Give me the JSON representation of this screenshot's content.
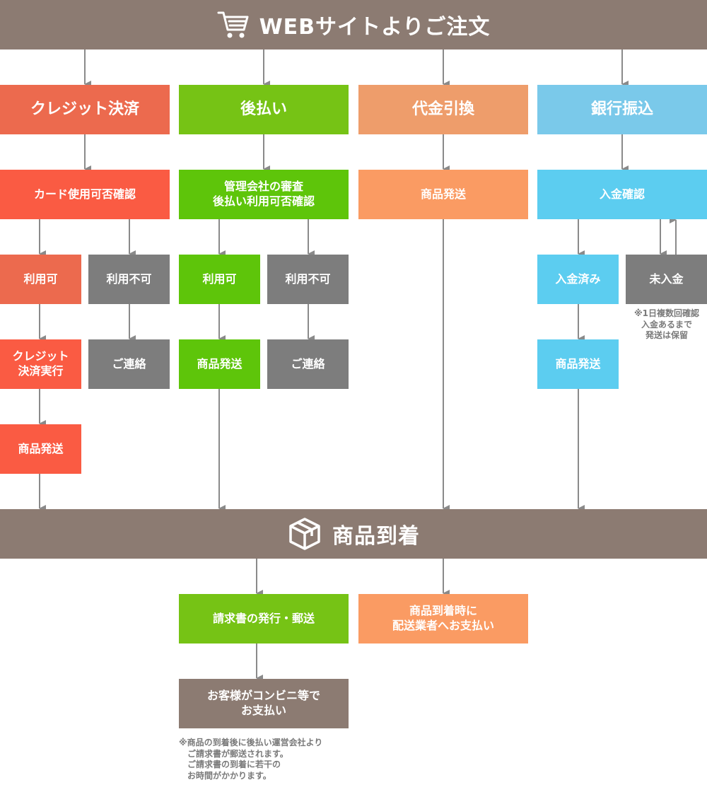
{
  "top_banner": {
    "title": "WEBサイトよりご注文",
    "icon": "cart-icon"
  },
  "arrival_banner": {
    "title": "商品到着",
    "icon": "box-icon"
  },
  "columns": {
    "credit": {
      "header": "クレジット決済",
      "check": "カード使用可否確認",
      "ok": "利用可",
      "ng": "利用不可",
      "execute": "クレジット\n決済実行",
      "ship": "商品発送",
      "contact": "ご連絡"
    },
    "deferred": {
      "header": "後払い",
      "check": "管理会社の審査\n後払い利用可否確認",
      "ok": "利用可",
      "ng": "利用不可",
      "ship": "商品発送",
      "contact": "ご連絡"
    },
    "cod": {
      "header": "代金引換",
      "ship": "商品発送"
    },
    "bank": {
      "header": "銀行振込",
      "check": "入金確認",
      "paid": "入金済み",
      "unpaid": "未入金",
      "ship": "商品発送",
      "note": "※1日複数回確認\n入金あるまで\n発送は保留"
    }
  },
  "after": {
    "invoice": "請求書の発行・郵送",
    "customer_pay": "お客様がコンビニ等で\nお支払い",
    "cod_pay": "商品到着時に\n配送業者へお支払い",
    "note": "※商品の到着後に後払い運営会社より\n　ご請求書が郵送されます。\n　ご請求書の到着に若干の\n　お時間がかかります。"
  },
  "colors": {
    "banner": "#8c7b72",
    "credit": "#ec6a4e",
    "deferred": "#76c315",
    "cod": "#ee9d6b",
    "bank": "#7ac9ea",
    "gray": "#7d7d7d",
    "arrow": "#8a8a8a"
  }
}
